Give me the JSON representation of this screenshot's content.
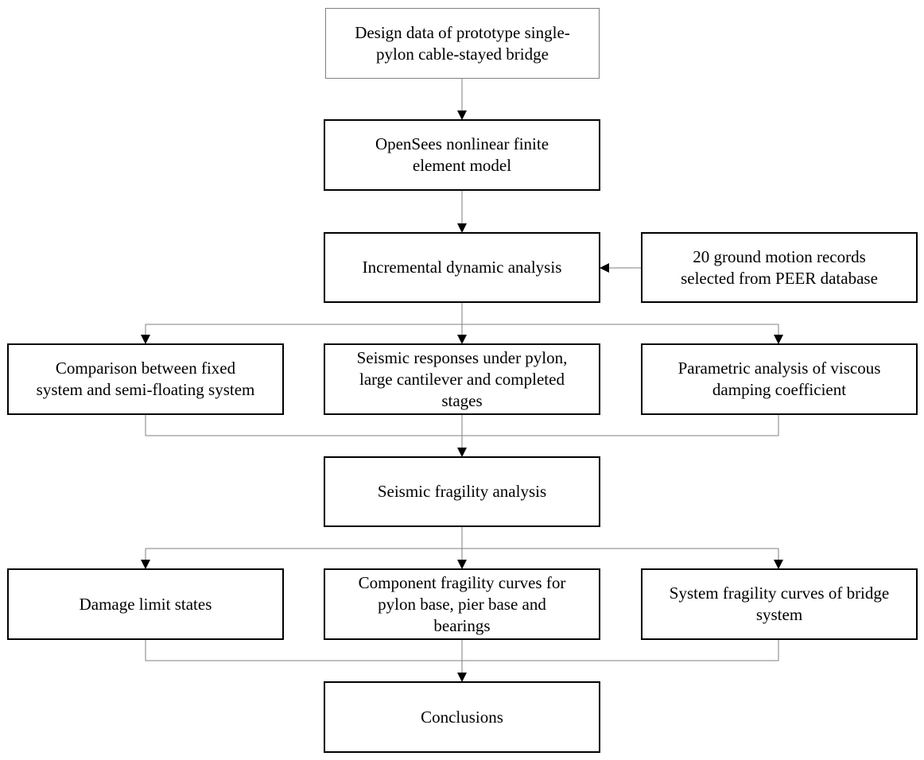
{
  "nodes": {
    "design_data": {
      "lines": [
        "Design data of prototype single-",
        "pylon cable-stayed bridge"
      ]
    },
    "fe_model": {
      "lines": [
        "OpenSees nonlinear finite",
        "element model"
      ]
    },
    "ida": {
      "lines": [
        "Incremental dynamic analysis"
      ]
    },
    "ground_motion": {
      "lines": [
        "20 ground motion records",
        "selected from PEER database"
      ]
    },
    "comparison": {
      "lines": [
        "Comparison between fixed",
        "system and semi-floating system"
      ]
    },
    "stages": {
      "lines": [
        "Seismic responses under pylon,",
        "large cantilever and completed",
        "stages"
      ]
    },
    "parametric": {
      "lines": [
        "Parametric analysis of viscous",
        "damping coefficient"
      ]
    },
    "fragility": {
      "lines": [
        "Seismic fragility analysis"
      ]
    },
    "damage_limit": {
      "lines": [
        "Damage limit states"
      ]
    },
    "component_fragility": {
      "lines": [
        "Component fragility curves for",
        "pylon base, pier base and",
        "bearings"
      ]
    },
    "system_fragility": {
      "lines": [
        "System fragility curves of bridge",
        "system"
      ]
    },
    "conclusions": {
      "lines": [
        "Conclusions"
      ]
    }
  },
  "colors": {
    "box_border": "#000000",
    "first_box_border": "#7f7f7f",
    "connector": "#7f7f7f",
    "arrowhead": "#000000"
  }
}
